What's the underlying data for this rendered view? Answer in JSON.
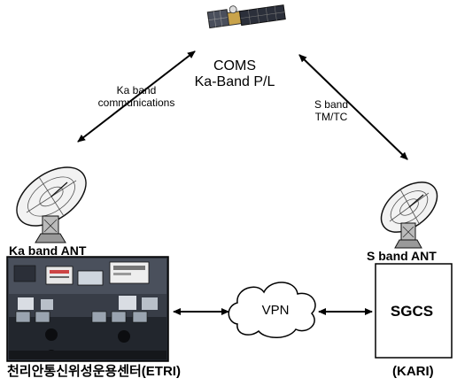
{
  "satellite": {
    "name": "COMS",
    "payload": "Ka-Band P/L",
    "icon": "satellite-icon"
  },
  "links": {
    "ka_band": [
      "Ka band",
      "communications"
    ],
    "s_band": [
      "S band",
      "TM/TC"
    ]
  },
  "ground": {
    "ka_antenna_label": "Ka band ANT",
    "s_antenna_label": "S band ANT",
    "network_label": "VPN",
    "sgcs_label": "SGCS",
    "etri_label": "천리안통신위성운용센터(ETRI)",
    "kari_label": "(KARI)"
  },
  "icons": {
    "antenna": "dish-antenna-icon",
    "cloud": "cloud-icon",
    "control_room": "control-room-photo"
  },
  "colors": {
    "line": "#000000",
    "background": "#ffffff",
    "photo_dark": "#2a2a2a"
  }
}
